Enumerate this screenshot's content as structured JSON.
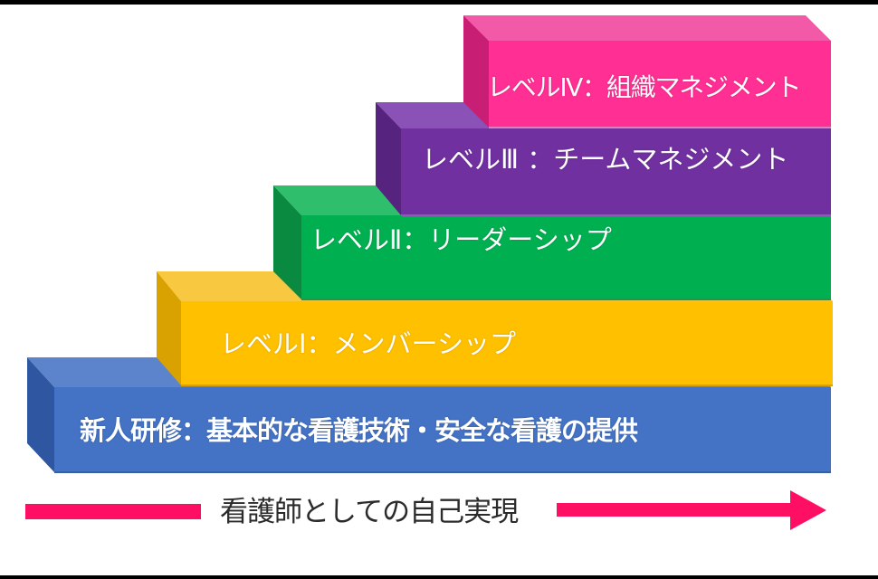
{
  "diagram": {
    "type": "staircase",
    "steps": [
      {
        "id": "level-4",
        "label": "レベルⅣ：組織マネジメント",
        "color": "#ff2f93",
        "top_color": "#f25aa8",
        "side_color": "#c81f74"
      },
      {
        "id": "level-3",
        "label": "レベルⅢ ：チームマネジメント",
        "color": "#7030a0",
        "top_color": "#8a52b6",
        "side_color": "#56237f"
      },
      {
        "id": "level-2",
        "label": "レベルⅡ：リーダーシップ",
        "color": "#00b050",
        "top_color": "#2fbf6c",
        "side_color": "#0a8a40"
      },
      {
        "id": "level-1",
        "label": "レベルⅠ：メンバーシップ",
        "color": "#ffc000",
        "top_color": "#f7c840",
        "side_color": "#d9a200"
      },
      {
        "id": "new-hire",
        "label": "新人研修：基本的な看護技術・安全な看護の提供",
        "color": "#4472c4",
        "top_color": "#5b84cc",
        "side_color": "#2f56a0"
      }
    ],
    "caption": "看護師としての自己実現",
    "arrow_color": "#ff0f64"
  }
}
